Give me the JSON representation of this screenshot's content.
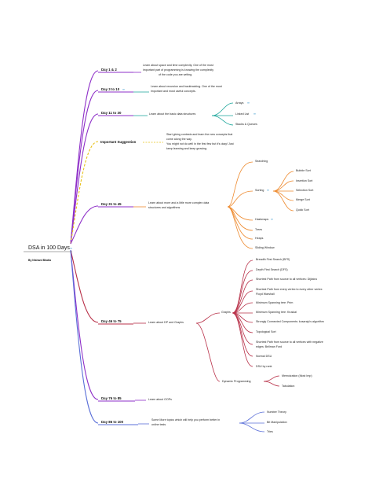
{
  "root": {
    "title": "DSA in 100 Days",
    "author": "By Nishant Bhatia"
  },
  "colors": {
    "purple": "#8e2fc8",
    "teal": "#1aa59a",
    "yellow": "#e8c21a",
    "orange": "#ee8a2e",
    "red": "#b83048",
    "blue": "#5a6fd8",
    "link": "#2a8fc8"
  },
  "branches": [
    {
      "label": "Day 1 & 2",
      "desc": [
        "Learn about space and time complexity. One of the most",
        "important part of programming is knowing the complexity",
        "of the code you are writing."
      ]
    },
    {
      "label": "Day 3 to 10",
      "desc": [
        "Learn about recursion and backtracking. One of the most",
        "important and most useful concepts."
      ]
    },
    {
      "label": "Day 11 to 30",
      "desc": [
        "Learn about the basic data structures"
      ],
      "children": [
        "Arrays",
        "Linked List",
        "Stacks & Queues"
      ]
    },
    {
      "label": "Important Suggestion",
      "desc": [
        "Start giving contests and learn the new concepts that",
        "come along the way.",
        "You might not do well in the first few but it's okay! Just",
        "keep learning and keep growing."
      ]
    },
    {
      "label": "Day 31 to 45",
      "desc": [
        "Learn about more and a little more complex data",
        "structures and algorithms"
      ],
      "children": [
        "Searching",
        "Sorting",
        "Hashmaps",
        "Trees",
        "Heaps",
        "Sliding Window"
      ],
      "sorting": [
        "Bubble Sort",
        "Insertion Sort",
        "Selection Sort",
        "Merge Sort",
        "Quick Sort"
      ]
    },
    {
      "label": "Day 46 to 75",
      "desc": [
        "Learn about DP and Graphs"
      ],
      "children": [
        "Graphs",
        "Dynamic Programming"
      ],
      "graphs": [
        "Breadth First Search (BFS)",
        "Depth First Search (DFS)",
        "Shortest Path from source to all vertices: Dijkstra",
        "Shortest Path from every vertex to every other vertex:",
        "Floyd Warshall",
        "Minimum Spanning tree: Prim",
        "Minimum Spanning tree: Kruskal",
        "Strongly Connected Components: kosaraju's algorithm",
        "Topological Sort",
        "Shortest Path from source to all vertices with negative",
        "edges: Bellman Ford",
        "Normal DSU",
        "DSU by rank"
      ],
      "dp": [
        "Memoization (Most Imp)",
        "Tabulation"
      ]
    },
    {
      "label": "Day 76 to 85",
      "desc": [
        "Learn about OOPs"
      ]
    },
    {
      "label": "Day 86 to 100",
      "desc": [
        "Some More topics which will help you perform better in",
        "online tests"
      ],
      "children": [
        "Number Theory",
        "Bit Manipulation",
        "Tries"
      ]
    }
  ]
}
